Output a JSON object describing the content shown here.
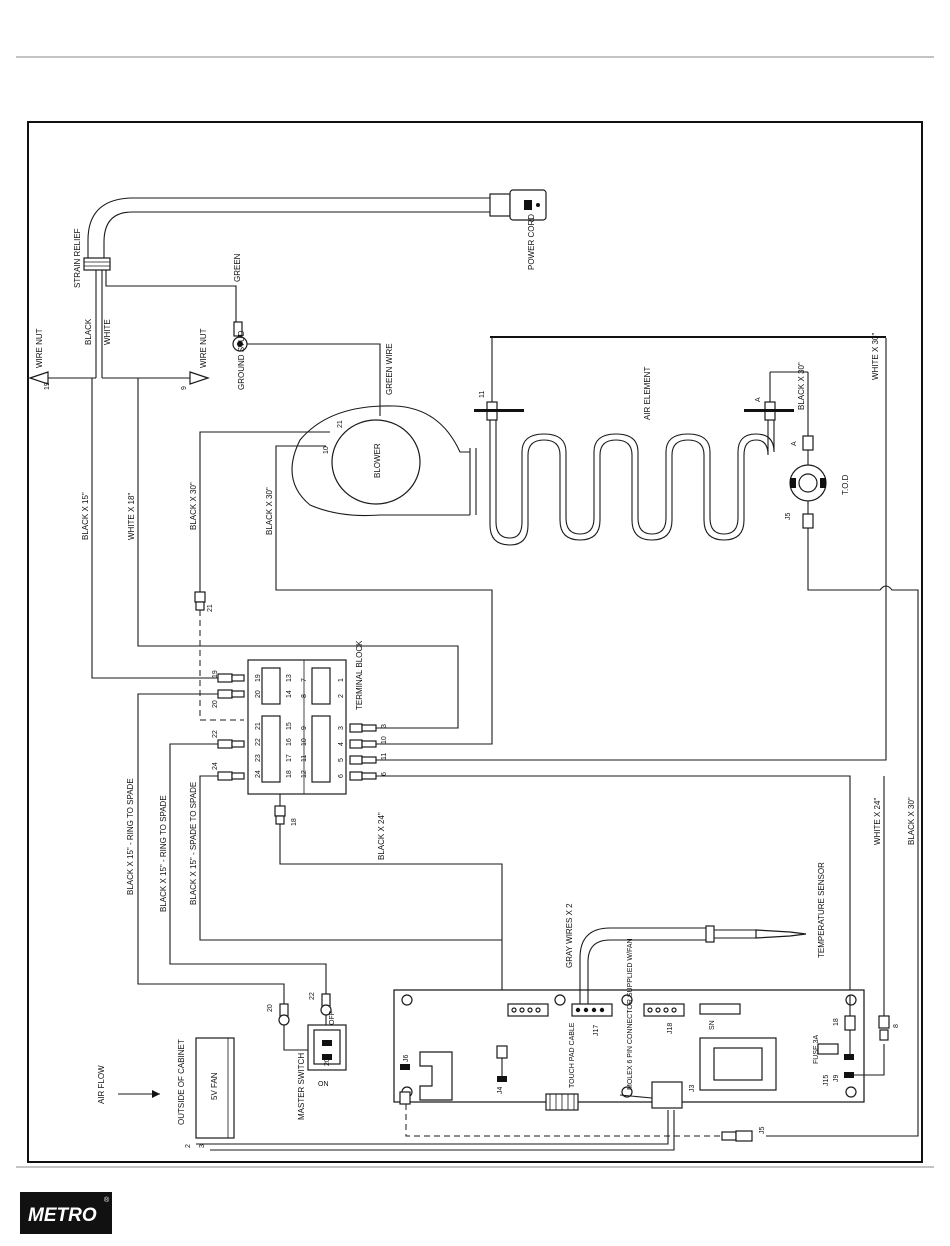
{
  "labels": {
    "strain_relief": "STRAIN RELIEF",
    "power_cord": "POWER CORD",
    "green": "GREEN",
    "black": "BLACK",
    "white": "WHITE",
    "wire_nut": "WIRE NUT",
    "ground_stud": "GROUND STUD",
    "green_wire": "GREEN WIRE",
    "blower": "BLOWER",
    "air_element": "AIR ELEMENT",
    "tod": "T.O.D",
    "terminal_block": "TERMINAL BLOCK",
    "black_x_15": "BLACK X 15\"",
    "white_x_18": "WHITE X 18\"",
    "black_x_30": "BLACK X 30\"",
    "white_x_30": "WHITE X 30\"",
    "black_x_24": "BLACK X 24\"",
    "white_x_24": "WHITE X 24\"",
    "black_15_ring_a": "BLACK X 15\" - RING TO SPADE",
    "black_15_ring_b": "BLACK X 15\" - RING TO SPADE",
    "black_15_spade": "BLACK X 15\" - SPADE TO SPADE",
    "gray_wires": "GRAY WIRES X 2",
    "temp_sensor": "TEMPERATURE SENSOR",
    "master_switch": "MASTER SWITCH",
    "on": "ON",
    "off": "OFF",
    "air_flow": "AIR FLOW",
    "outside_cabinet": "OUTSIDE OF CABINET",
    "fan_5v": "5V FAN",
    "touch_pad_cable": "TOUCH PAD CABLE",
    "molex": "MOLEX 6 PIN CONNECTOR SUPPLIED W/FAN",
    "fuse": "FUSE 3A",
    "sn": "SN",
    "j4": "J4",
    "j5": "J5",
    "j6": "J6",
    "j9": "J9",
    "j15": "J15",
    "j17": "J17",
    "j18": "J18",
    "j3": "J3",
    "a": "A"
  },
  "numbers": {
    "n19": "19",
    "n9": "9",
    "n11": "11",
    "n10": "10",
    "n21": "21",
    "n20": "20",
    "n22": "22",
    "n24": "24",
    "n18": "18",
    "n3": "3",
    "n6": "6",
    "n2": "2",
    "n8": "8"
  },
  "terminal_block": {
    "left_col": [
      "19",
      "20",
      "21",
      "22",
      "23",
      "24"
    ],
    "mid_col_a": [
      "13",
      "14",
      "15",
      "16",
      "17",
      "18"
    ],
    "mid_col_b": [
      "7",
      "8",
      "9",
      "10",
      "11",
      "12"
    ],
    "right_col": [
      "1",
      "2",
      "3",
      "4",
      "5",
      "6"
    ]
  },
  "logo": {
    "text": "METRO",
    "mark": "®"
  }
}
